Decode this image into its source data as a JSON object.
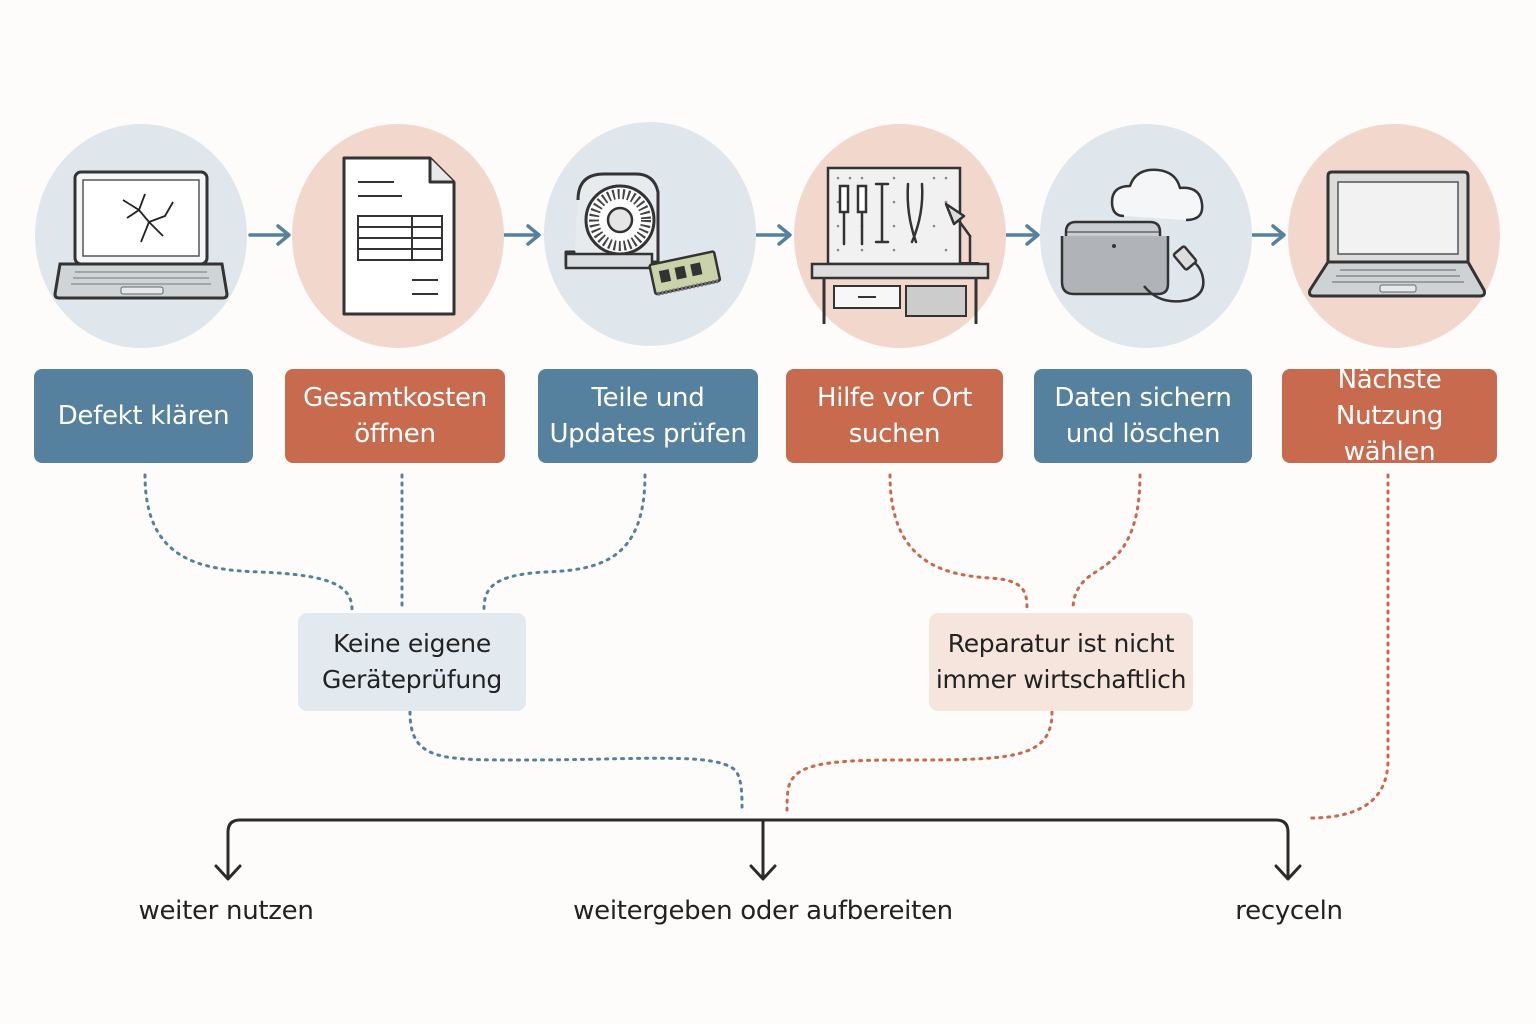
{
  "colors": {
    "blue": "#55809e",
    "orange": "#c86a4e",
    "circle_blue": "#dfe7ec",
    "circle_orange": "#f2d7cd",
    "note_blue": "#e2eaef",
    "note_orange": "#f6e5dc",
    "line": "#2b2b2b"
  },
  "steps": [
    {
      "label": "Defekt klären",
      "icon": "broken-laptop-icon",
      "color": "blue"
    },
    {
      "label": "Gesamtkosten\nöffnen",
      "icon": "document-table-icon",
      "color": "orange"
    },
    {
      "label": "Teile und\nUpdates prüfen",
      "icon": "fan-ram-icon",
      "color": "blue"
    },
    {
      "label": "Hilfe vor Ort\nsuchen",
      "icon": "workbench-tools-icon",
      "color": "orange"
    },
    {
      "label": "Daten sichern\nund löschen",
      "icon": "cloud-drive-icon",
      "color": "blue"
    },
    {
      "label": "Nächste\nNutzung wählen",
      "icon": "laptop-icon",
      "color": "orange"
    }
  ],
  "notes": [
    {
      "label": "Keine eigene\nGeräteprüfung",
      "color": "blue"
    },
    {
      "label": "Reparatur ist nicht\nimmer wirtschaftlich",
      "color": "orange"
    }
  ],
  "outcomes": [
    {
      "label": "weiter nutzen"
    },
    {
      "label": "weitergeben oder aufbereiten"
    },
    {
      "label": "recyceln"
    }
  ]
}
